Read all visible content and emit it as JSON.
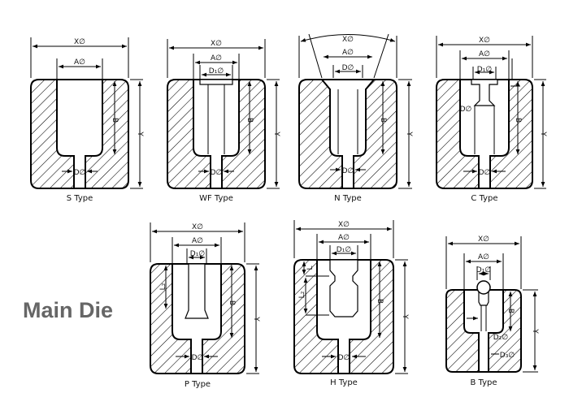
{
  "title": "Main Die",
  "sym": {
    "phi": "∅"
  },
  "panels": [
    {
      "id": "s",
      "caption": "S Type",
      "labels": {
        "x": "X∅",
        "a": "A∅",
        "d": "D∅",
        "b": "B",
        "y": "Y"
      }
    },
    {
      "id": "wf",
      "caption": "WF Type",
      "labels": {
        "x": "X∅",
        "a": "A∅",
        "d1": "D₁∅",
        "d": "D∅",
        "b": "B",
        "y": "Y"
      }
    },
    {
      "id": "n",
      "caption": "N Type",
      "labels": {
        "x": "X∅",
        "a": "A∅",
        "d": "D∅",
        "b": "B",
        "y": "Y"
      }
    },
    {
      "id": "c",
      "caption": "C Type",
      "labels": {
        "x": "X∅",
        "a": "A∅",
        "d1": "D₁∅",
        "d": "D∅",
        "b": "B",
        "y": "Y"
      }
    },
    {
      "id": "p",
      "caption": "P Type",
      "labels": {
        "x": "X∅",
        "a": "A∅",
        "d1": "D₁∅",
        "d": "D∅",
        "b": "B",
        "y": "Y",
        "l2": "L₂"
      }
    },
    {
      "id": "h",
      "caption": "H Type",
      "labels": {
        "x": "X∅",
        "a": "A∅",
        "d1": "D₁∅",
        "d": "D∅",
        "b": "B",
        "y": "Y",
        "l": "L",
        "l2": "L₂"
      }
    },
    {
      "id": "b",
      "caption": "B Type",
      "labels": {
        "x": "X∅",
        "a": "A∅",
        "d1": "D₁∅",
        "d2": "D₂∅",
        "d3": "D₃∅",
        "b": "B",
        "y": "Y"
      }
    }
  ]
}
